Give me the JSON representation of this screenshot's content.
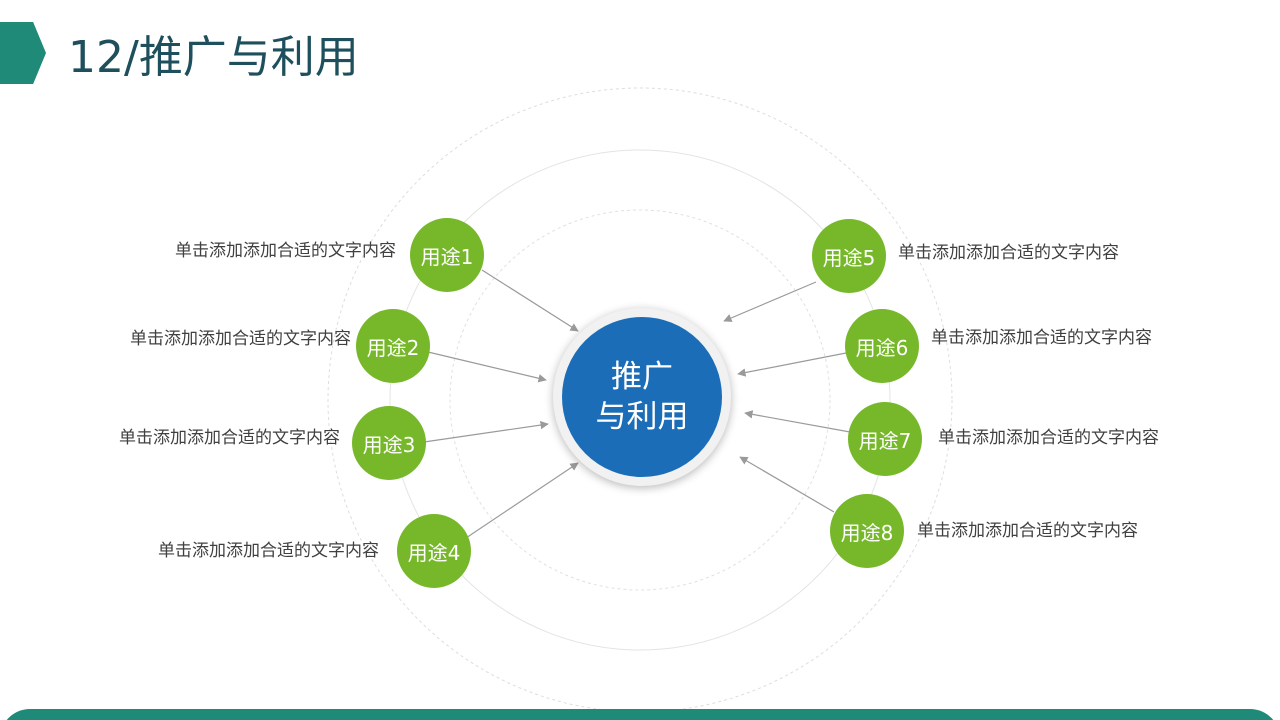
{
  "header": {
    "title": "12/推广与利用"
  },
  "center": {
    "line1": "推广",
    "line2": "与利用"
  },
  "nodes": [
    {
      "label": "用途1",
      "desc": "单击添加添加合适的文字内容"
    },
    {
      "label": "用途2",
      "desc": "单击添加添加合适的文字内容"
    },
    {
      "label": "用途3",
      "desc": "单击添加添加合适的文字内容"
    },
    {
      "label": "用途4",
      "desc": "单击添加添加合适的文字内容"
    },
    {
      "label": "用途5",
      "desc": "单击添加添加合适的文字内容"
    },
    {
      "label": "用途6",
      "desc": "单击添加添加合适的文字内容"
    },
    {
      "label": "用途7",
      "desc": "单击添加添加合适的文字内容"
    },
    {
      "label": "用途8",
      "desc": "单击添加添加合适的文字内容"
    }
  ],
  "colors": {
    "accent_teal": "#1f8a78",
    "title_text": "#1e4f5c",
    "center_blue": "#1c6db7",
    "node_green": "#76b82a"
  }
}
